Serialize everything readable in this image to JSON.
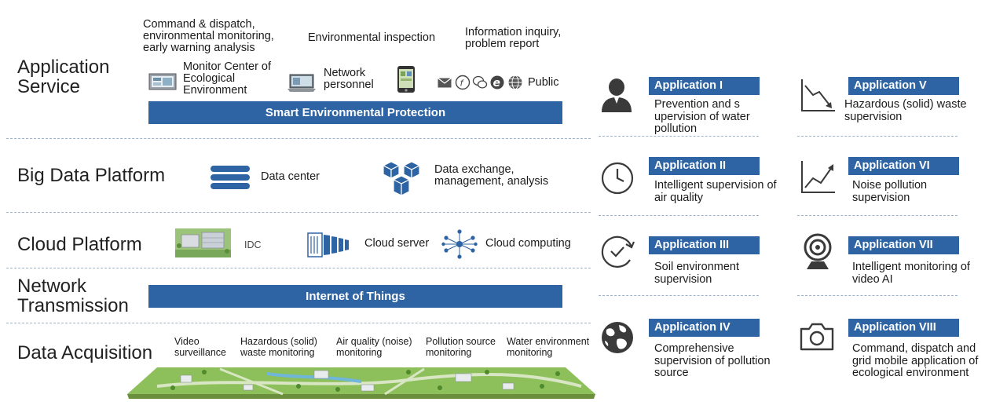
{
  "layers": {
    "application": {
      "title": "Application Service",
      "captions": {
        "command": "Command & dispatch, environmental monitoring, early warning analysis",
        "inspection": "Environmental inspection",
        "inquiry": "Information inquiry, problem report"
      },
      "users": {
        "monitor_center": "Monitor Center of Ecological Environment",
        "network_personnel": "Network personnel",
        "public": "Public"
      },
      "bar": "Smart Environmental Protection"
    },
    "big_data": {
      "title": "Big Data Platform",
      "data_center": "Data center",
      "data_exchange": "Data exchange, management, analysis"
    },
    "cloud": {
      "title": "Cloud Platform",
      "idc": "IDC",
      "cloud_server": "Cloud server",
      "cloud_computing": "Cloud computing"
    },
    "network": {
      "title": "Network Transmission",
      "bar": "Internet of Things"
    },
    "acquisition": {
      "title": "Data Acquisition",
      "items": [
        "Video surveillance",
        "Hazardous (solid) waste monitoring",
        "Air quality (noise) monitoring",
        "Pollution source monitoring",
        "Water environment monitoring"
      ]
    }
  },
  "applications": [
    {
      "tag": "Application I",
      "desc": "Prevention and s upervision of water pollution",
      "icon": "person-icon"
    },
    {
      "tag": "Application II",
      "desc": "Intelligent supervision of air quality",
      "icon": "clock-icon"
    },
    {
      "tag": "Application III",
      "desc": "Soil environment supervision",
      "icon": "check-clock-icon"
    },
    {
      "tag": "Application IV",
      "desc": "Comprehensive supervision of pollution source",
      "icon": "globe-icon"
    },
    {
      "tag": "Application V",
      "desc": "Hazardous (solid) waste supervision",
      "icon": "trend-down-icon"
    },
    {
      "tag": "Application VI",
      "desc": "Noise pollution supervision",
      "icon": "trend-up-icon"
    },
    {
      "tag": "Application VII",
      "desc": "Intelligent monitoring of video AI",
      "icon": "webcam-icon"
    },
    {
      "tag": "Application VIII",
      "desc": "Command, dispatch and grid mobile application of ecological environment",
      "icon": "camera-icon"
    }
  ],
  "colors": {
    "accent": "#2e64a3",
    "separator": "#9fb3cc",
    "icon": "#3a3a3a"
  }
}
